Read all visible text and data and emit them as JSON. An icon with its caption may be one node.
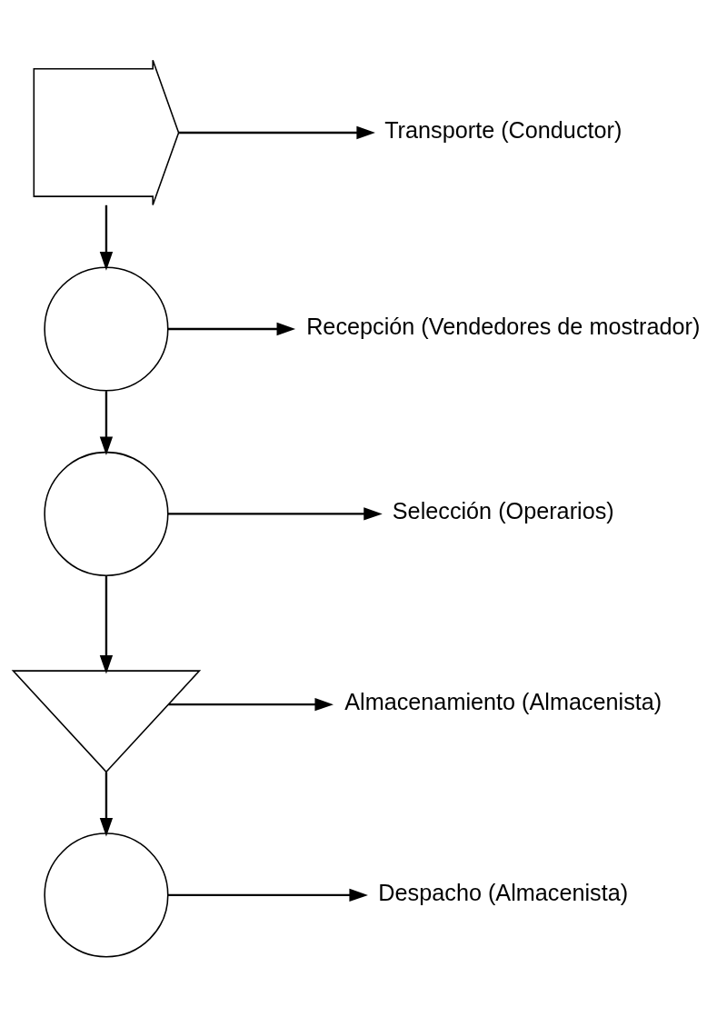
{
  "diagram": {
    "nodes": [
      {
        "text": [],
        "shape": "arrow"
      },
      {
        "text": [
          "Transporte (Conductor)"
        ]
      },
      {
        "text": [],
        "shape": "circle"
      },
      {
        "text": [
          "Recepción (Vendedores de mostrador)"
        ]
      },
      {
        "text": [],
        "shape": "circle"
      },
      {
        "text": [
          "Selección (Operarios)"
        ]
      },
      {
        "text": [],
        "shape": "triangle"
      },
      {
        "text": [
          "Almacenamiento (Almacenista)"
        ]
      },
      {
        "text": [],
        "shape": "circle"
      },
      {
        "text": [
          "Despacho (Almacenista)"
        ]
      }
    ],
    "edges": [
      {
        "from": 0,
        "to": 1,
        "arrow": "to"
      },
      {
        "from": 0,
        "to": 2,
        "arrow": "to"
      },
      {
        "from": 2,
        "to": 3,
        "arrow": "to"
      },
      {
        "from": 2,
        "to": 4,
        "arrow": "to"
      },
      {
        "from": 4,
        "to": 5,
        "arrow": "to"
      },
      {
        "from": 4,
        "to": 6,
        "arrow": "to"
      },
      {
        "from": 6,
        "to": 7,
        "arrow": "to"
      },
      {
        "from": 6,
        "to": 8,
        "arrow": "to"
      },
      {
        "from": 8,
        "to": 9,
        "arrow": "to"
      }
    ]
  }
}
